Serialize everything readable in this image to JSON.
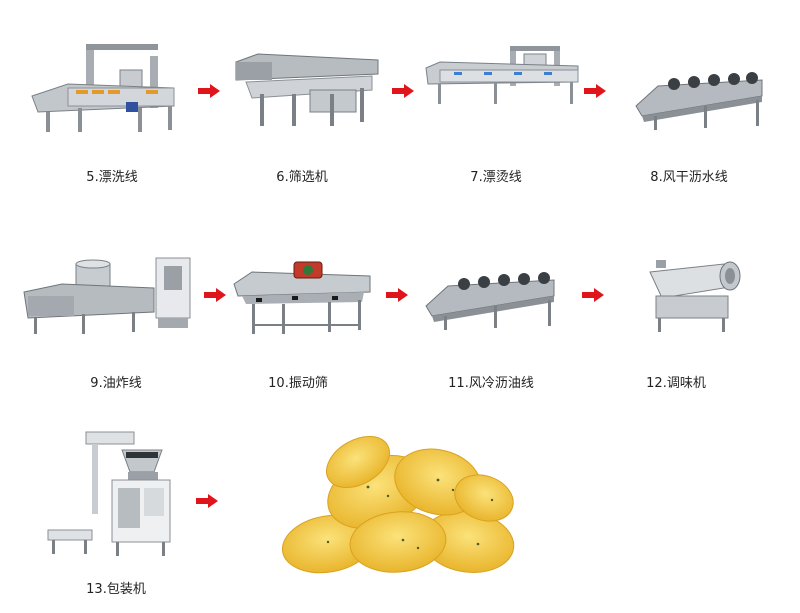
{
  "steps": [
    {
      "label": "5.漂洗线",
      "icon": "washing-line-icon"
    },
    {
      "label": "6.筛选机",
      "icon": "screening-machine-icon"
    },
    {
      "label": "7.漂烫线",
      "icon": "blanching-line-icon"
    },
    {
      "label": "8.风干沥水线",
      "icon": "air-dry-line-icon"
    },
    {
      "label": "9.油炸线",
      "icon": "frying-line-icon"
    },
    {
      "label": "10.振动筛",
      "icon": "vibrating-screen-icon"
    },
    {
      "label": "11.风冷沥油线",
      "icon": "air-cool-line-icon"
    },
    {
      "label": "12.调味机",
      "icon": "seasoning-machine-icon"
    },
    {
      "label": "13.包装机",
      "icon": "packing-machine-icon"
    }
  ],
  "colors": {
    "arrow": "#e0141b",
    "steel": "#b9bec3",
    "steel_dark": "#6f757b",
    "chip": "#f3c63a"
  },
  "product_icon": "potato-chips-icon"
}
